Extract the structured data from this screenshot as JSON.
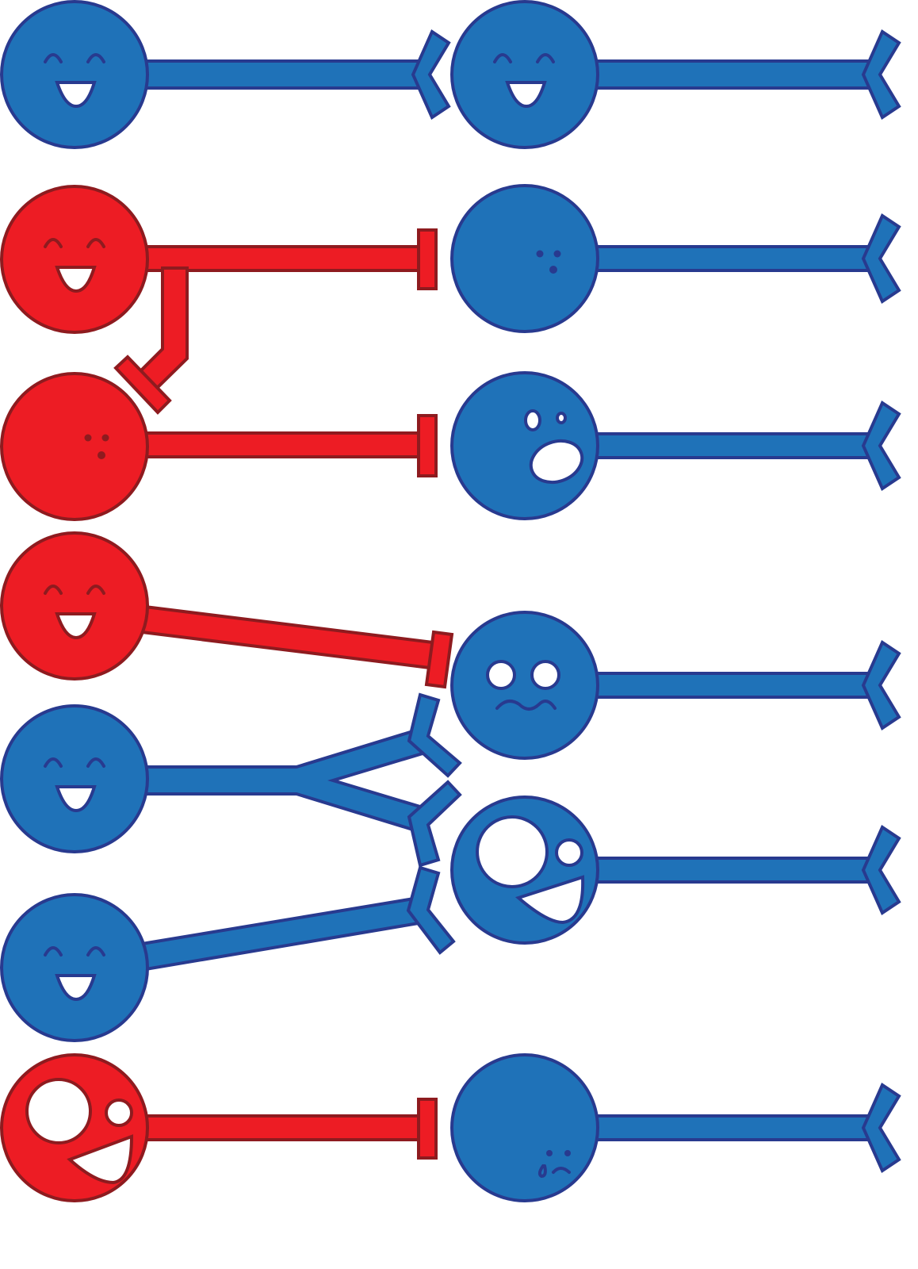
{
  "diagram": {
    "palette": {
      "excitatory_fill": "#1f72b8",
      "excitatory_outline": "#283a8f",
      "inhibitory_fill": "#ed1c24",
      "inhibitory_outline": "#8e1b1f",
      "background": "#ffffff"
    },
    "cells": [
      {
        "id": "b1",
        "color": "blue",
        "face": "happy"
      },
      {
        "id": "b2",
        "color": "blue",
        "face": "happy"
      },
      {
        "id": "r1",
        "color": "red",
        "face": "happy"
      },
      {
        "id": "b3",
        "color": "blue",
        "face": "sleepy"
      },
      {
        "id": "r2",
        "color": "red",
        "face": "sleepy"
      },
      {
        "id": "b4",
        "color": "blue",
        "face": "shocked"
      },
      {
        "id": "r3",
        "color": "red",
        "face": "happy"
      },
      {
        "id": "b5",
        "color": "blue",
        "face": "worried"
      },
      {
        "id": "b6",
        "color": "blue",
        "face": "happy"
      },
      {
        "id": "b7",
        "color": "blue",
        "face": "ecstatic"
      },
      {
        "id": "b8",
        "color": "blue",
        "face": "happy"
      },
      {
        "id": "r4",
        "color": "red",
        "face": "ecstatic"
      },
      {
        "id": "b9",
        "color": "blue",
        "face": "sad"
      }
    ],
    "connections": [
      {
        "from": "b1",
        "to": "b2",
        "type": "excitatory"
      },
      {
        "from": "r1",
        "to": "b3",
        "type": "inhibitory"
      },
      {
        "from": "r1",
        "to": "r2",
        "type": "inhibitory"
      },
      {
        "from": "r2",
        "to": "b4",
        "type": "inhibitory"
      },
      {
        "from": "r3",
        "to": "b5",
        "type": "inhibitory"
      },
      {
        "from": "b6",
        "to": "b5",
        "type": "excitatory"
      },
      {
        "from": "b6",
        "to": "b7",
        "type": "excitatory"
      },
      {
        "from": "b8",
        "to": "b7",
        "type": "excitatory"
      },
      {
        "from": "r4",
        "to": "b9",
        "type": "inhibitory"
      }
    ]
  }
}
